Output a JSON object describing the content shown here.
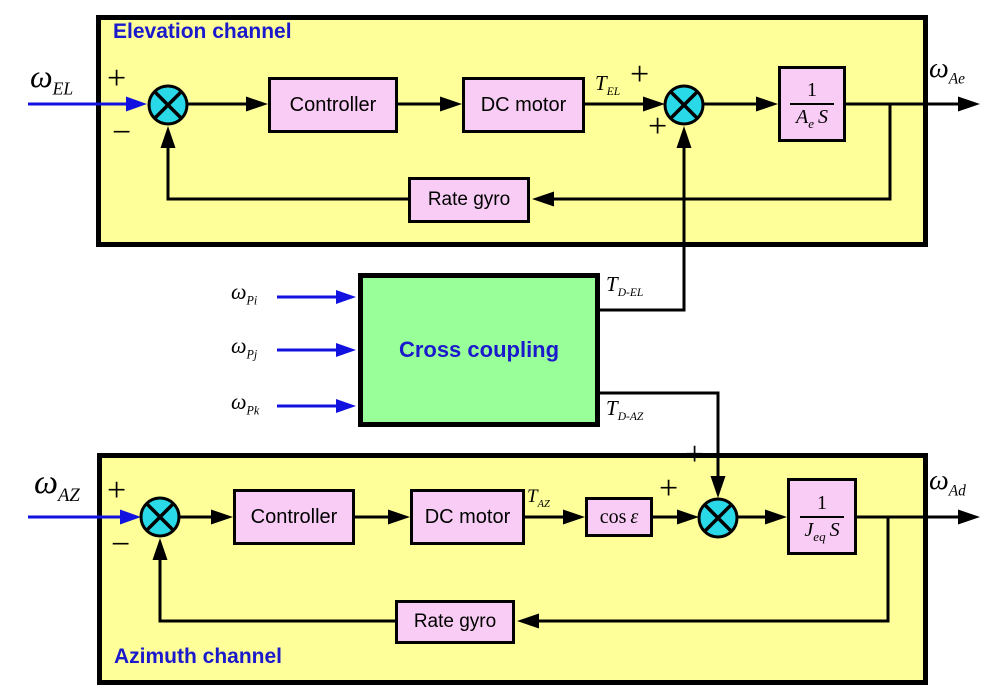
{
  "colors": {
    "background": "#FFFFFF",
    "channel_fill": "#FFFF99",
    "block_fill": "#F8CCF4",
    "cross_fill": "#99FF99",
    "junction_fill": "#29D9E8",
    "title_blue": "#1A1ACC",
    "signal_blue": "#1212E0",
    "line_black": "#000000"
  },
  "elevation": {
    "title": "Elevation channel",
    "input_label": {
      "base": "ω",
      "sub": "EL"
    },
    "sum1": {
      "plus": "+",
      "minus": "−"
    },
    "controller_label": "Controller",
    "dc_motor_label": "DC motor",
    "torque_label": {
      "base": "T",
      "sub": "EL"
    },
    "sum2": {
      "plus_left": "+",
      "plus_bottom": "+"
    },
    "integrator": {
      "num": "1",
      "den_main": "A",
      "den_sub": "e",
      "den_s": "S"
    },
    "output_label": {
      "base": "ω",
      "sub": "Ae"
    },
    "rate_gyro_label": "Rate gyro"
  },
  "cross_coupling": {
    "title": "Cross coupling",
    "inputs": [
      {
        "base": "ω",
        "sub": "Pi"
      },
      {
        "base": "ω",
        "sub": "Pj"
      },
      {
        "base": "ω",
        "sub": "Pk"
      }
    ],
    "torque_to_elevation": {
      "base": "T",
      "sub": "D-EL"
    },
    "torque_to_azimuth": {
      "base": "T",
      "sub": "D-AZ"
    }
  },
  "azimuth": {
    "title": "Azimuth channel",
    "input_label": {
      "base": "ω",
      "sub": "AZ"
    },
    "sum1": {
      "plus": "+",
      "minus": "−"
    },
    "controller_label": "Controller",
    "dc_motor_label": "DC motor",
    "torque_label": {
      "base": "T",
      "sub": "AZ"
    },
    "cos_block": {
      "fn": "cos",
      "arg": "ε"
    },
    "sum2": {
      "plus_left": "+",
      "plus_top": "+"
    },
    "integrator": {
      "num": "1",
      "den_main": "J",
      "den_sub": "eq",
      "den_s": "S"
    },
    "output_label": {
      "base": "ω",
      "sub": "Ad"
    },
    "rate_gyro_label": "Rate gyro"
  }
}
